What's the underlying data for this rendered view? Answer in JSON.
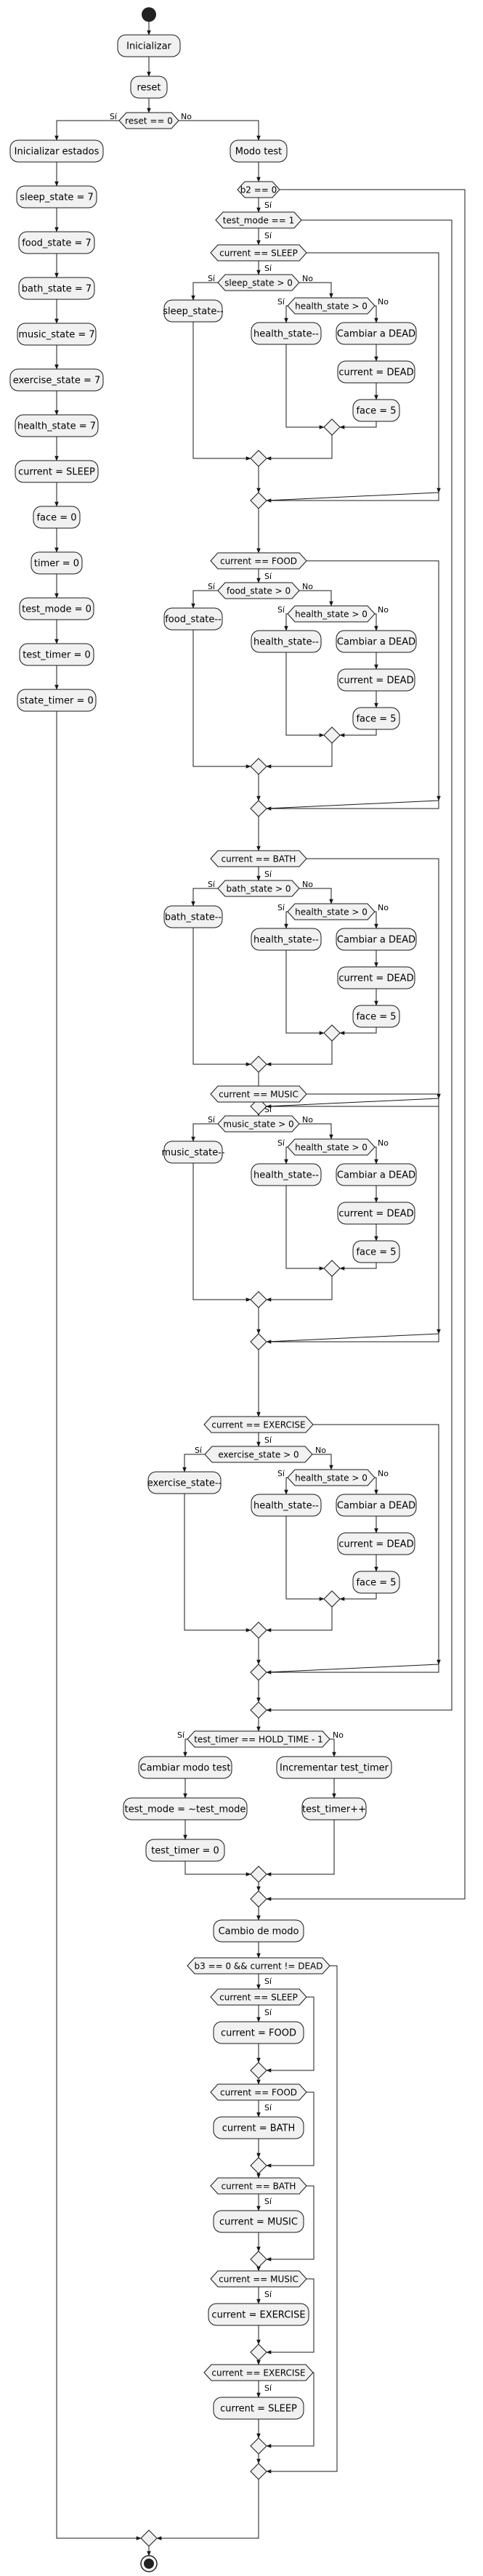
{
  "colors": {
    "node_fill": "#f1f1f1",
    "node_stroke": "#181818",
    "line": "#181818",
    "background": "#ffffff"
  },
  "yes_label": "Sí",
  "no_label": "No",
  "nodes": {
    "inicializar": "Inicializar",
    "reset": "reset",
    "init_states": "Inicializar estados",
    "init_sleep": "sleep_state = 7",
    "init_food": "food_state = 7",
    "init_bath": "bath_state = 7",
    "init_music": "music_state = 7",
    "init_exercise": "exercise_state = 7",
    "init_health": "health_state = 7",
    "init_current": "current = SLEEP",
    "init_face": "face = 0",
    "init_timer": "timer = 0",
    "init_test_mode": "test_mode = 0",
    "init_test_timer": "test_timer = 0",
    "init_state_timer": "state_timer = 0",
    "modo_test": "Modo test",
    "cambiar_modo_test": "Cambiar modo test",
    "toggle_test_mode": "test_mode = ~test_mode",
    "test_timer_zero": "test_timer = 0",
    "inc_test_timer": "Incrementar test_timer",
    "test_timer_pp": "test_timer++",
    "cambio_modo": "Cambio de modo"
  },
  "conditions": {
    "reset_eq": "reset == 0",
    "b2_eq": "b2 == 0",
    "test_mode_eq": "test_mode == 1",
    "hold": "test_timer == HOLD_TIME - 1",
    "b3_cond": "b3 == 0 && current != DEAD"
  },
  "state_blocks": [
    {
      "current_cond": "current == SLEEP",
      "state_cond": "sleep_state > 0",
      "dec": "sleep_state--"
    },
    {
      "current_cond": "current == FOOD",
      "state_cond": "food_state > 0",
      "dec": "food_state--"
    },
    {
      "current_cond": "current == BATH",
      "state_cond": "bath_state > 0",
      "dec": "bath_state--"
    },
    {
      "current_cond": "current == MUSIC",
      "state_cond": "music_state > 0",
      "dec": "music_state--"
    },
    {
      "current_cond": "current == EXERCISE",
      "state_cond": "exercise_state > 0",
      "dec": "exercise_state--"
    }
  ],
  "health": {
    "cond": "health_state > 0",
    "dec": "health_state--",
    "change": "Cambiar a DEAD",
    "set_dead": "current = DEAD",
    "face": "face = 5"
  },
  "mode_changes": [
    {
      "cond": "current == SLEEP",
      "action": "current = FOOD"
    },
    {
      "cond": "current == FOOD",
      "action": "current = BATH"
    },
    {
      "cond": "current == BATH",
      "action": "current = MUSIC"
    },
    {
      "cond": "current == MUSIC",
      "action": "current = EXERCISE"
    },
    {
      "cond": "current == EXERCISE",
      "action": "current = SLEEP"
    }
  ]
}
